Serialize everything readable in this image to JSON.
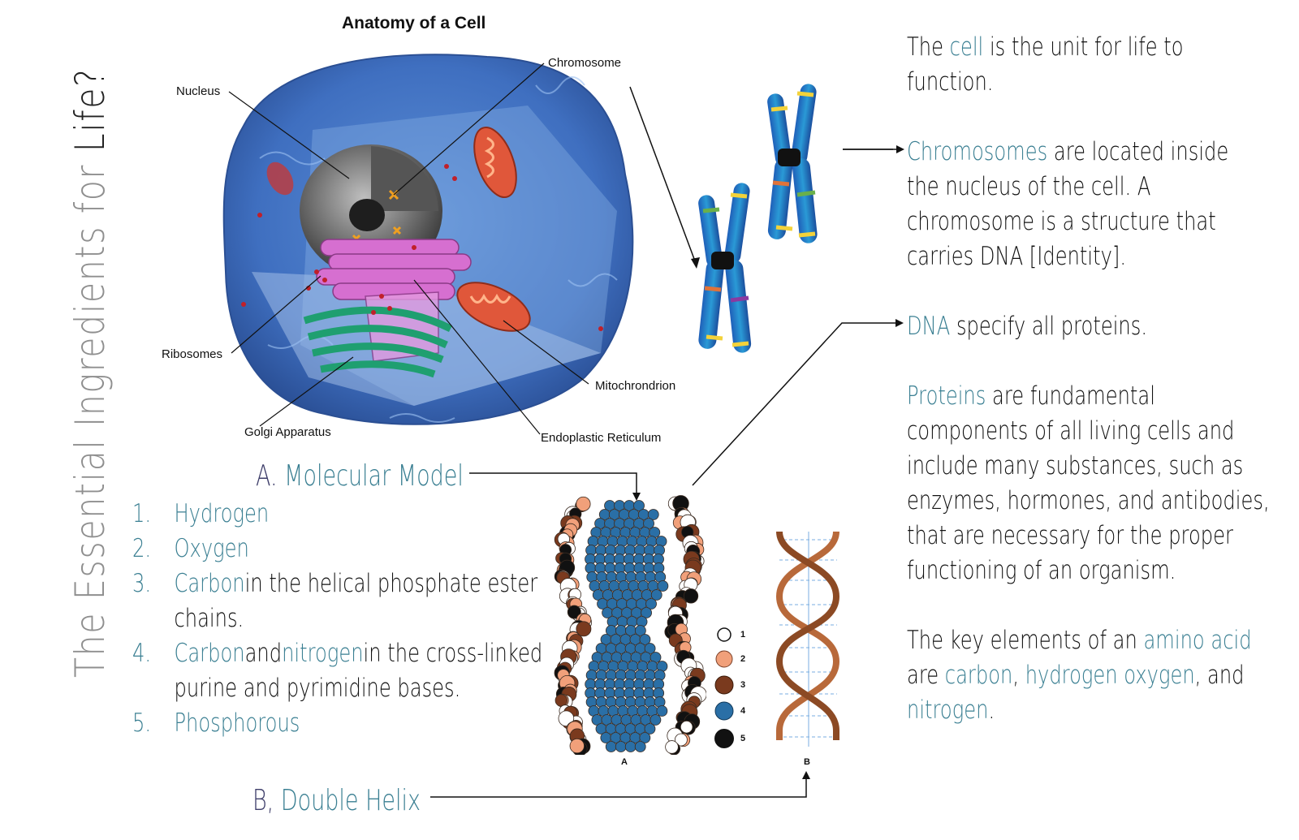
{
  "side_title": {
    "part1": "The Essential Ingredients for ",
    "part2": "Life?"
  },
  "cell": {
    "title": "Anatomy of a Cell",
    "labels": {
      "nucleus": "Nucleus",
      "chromosome": "Chromosome",
      "ribosomes": "Ribosomes",
      "golgi": "Golgi Apparatus",
      "mito": "Mitochrondrion",
      "er": "Endoplastic Reticulum"
    }
  },
  "right_text": {
    "p1": {
      "pre": "The ",
      "hl": "cell",
      "post": " is the unit for life to",
      "line2": "function."
    },
    "p2": {
      "hl": "Chromosomes",
      "l1": " are located inside",
      "l2": "the nucleus of the cell.  A",
      "l3": "chromosome is a structure that",
      "l4": "carries DNA [Identity]."
    },
    "p3": {
      "hl": "DNA",
      "post": " specify all proteins."
    },
    "p4": {
      "hl": "Proteins",
      "l1": " are fundamental",
      "l2": "components of all living cells and",
      "l3": "include many substances, such as",
      "l4": "enzymes, hormones, and antibodies,",
      "l5": "that are necessary for the proper",
      "l6": "functioning of an organism."
    },
    "p5": {
      "l1": "The key elements of an ",
      "hl1": "amino acid",
      "l2a": "are ",
      "hl2": "carbon",
      "c1": ", ",
      "hl3": "hydrogen oxygen",
      "c2": ", and",
      "hl4": "nitrogen",
      "end": "."
    }
  },
  "section_a": {
    "prefix": "A. ",
    "title": "Molecular Model"
  },
  "section_b": {
    "prefix": "B, ",
    "title": "Double Helix"
  },
  "list": [
    {
      "num": "1.",
      "hl": "Hydrogen",
      "rest": ""
    },
    {
      "num": "2.",
      "hl": "Oxygen",
      "rest": ""
    },
    {
      "num": "3.",
      "hl": "Carbon",
      "rest": " in the helical phosphate ester",
      "cont": "chains."
    },
    {
      "num": "4.",
      "hl": "Carbon",
      "mid": " and ",
      "hl2": "nitrogen",
      "rest": " in the cross-linked",
      "cont": "purine and pyrimidine bases."
    },
    {
      "num": "5.",
      "hl": "Phosphorous",
      "rest": ""
    }
  ],
  "dna_figure": {
    "label_a": "A",
    "label_b": "B",
    "legend": [
      "1",
      "2",
      "3",
      "4",
      "5"
    ]
  },
  "colors": {
    "highlight": "#3a7f92",
    "title_gray": "#8f8f8f",
    "heading": "#3e3e6a"
  }
}
